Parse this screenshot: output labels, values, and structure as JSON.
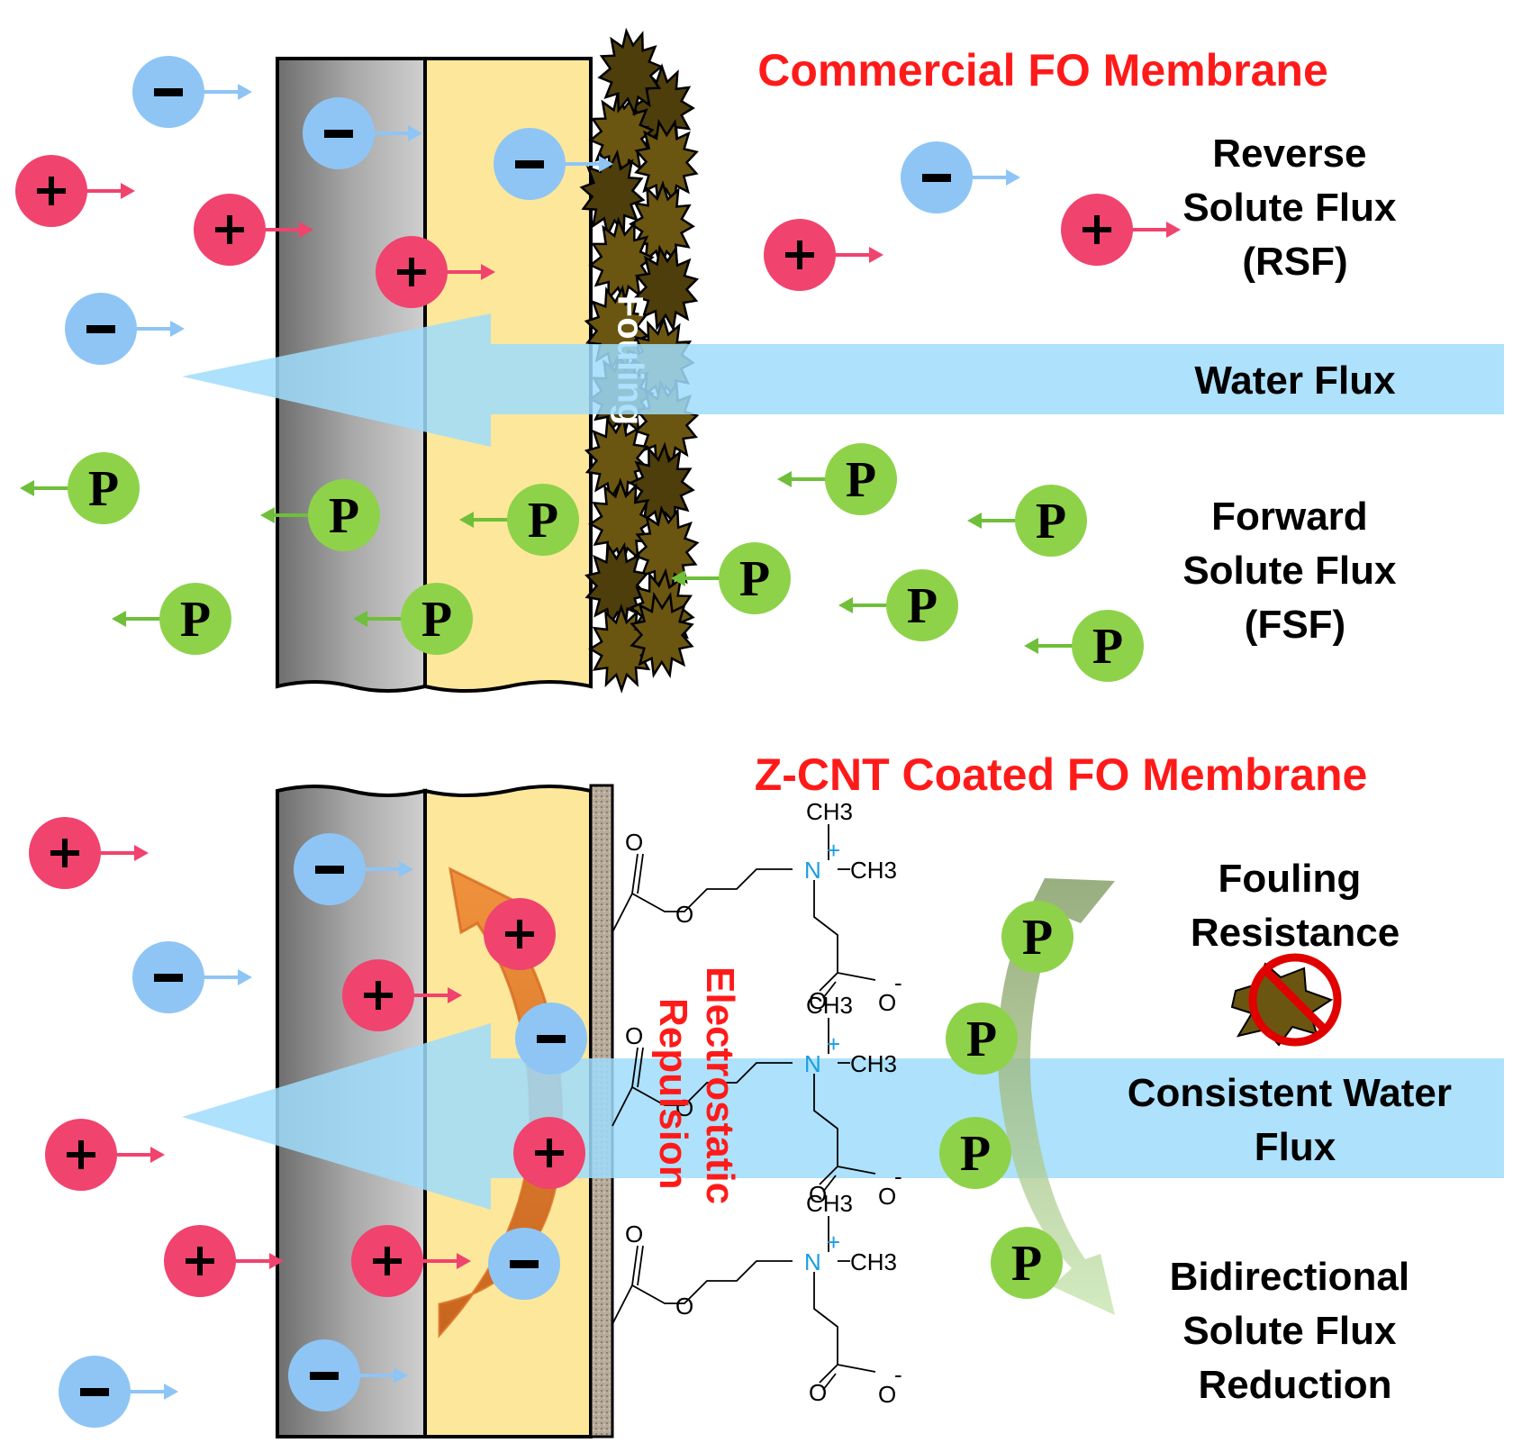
{
  "colors": {
    "cation": "#f0436e",
    "anion": "#8ec5f5",
    "solute": "#8ed24a",
    "water_arrow": "#9fdcfb",
    "active_layer": "#fde79b",
    "support_layer": "#a0a0a0",
    "foulant": "#6b5611",
    "title_red": "#ff1a1a",
    "repulsion_arrow": "#e8812e"
  },
  "top_panel": {
    "title": "Commercial FO Membrane",
    "label_rsf": [
      "Reverse",
      "Solute Flux",
      "(RSF)"
    ],
    "label_water": "Water Flux",
    "label_fsf": [
      "Forward",
      "Solute Flux",
      "(FSF)"
    ],
    "fouling_label": "Fouling"
  },
  "bottom_panel": {
    "title": "Z-CNT Coated FO Membrane",
    "label_fouling_resistance": [
      "Fouling",
      "Resistance"
    ],
    "label_water": [
      "Consistent Water",
      "Flux"
    ],
    "label_bidirectional": [
      "Bidirectional",
      "Solute Flux",
      "Reduction"
    ],
    "repulsion_label": [
      "Electrostatic",
      "Repulsion"
    ],
    "chem": {
      "methyl": "CH3",
      "nitrogen": "N",
      "charge_plus": "+",
      "charge_minus": "-",
      "oxygen": "O"
    },
    "no_fouling_icon": "prohibited-foulant-icon"
  },
  "ion_symbols": {
    "cation": "+",
    "anion": "-",
    "solute": "P"
  }
}
